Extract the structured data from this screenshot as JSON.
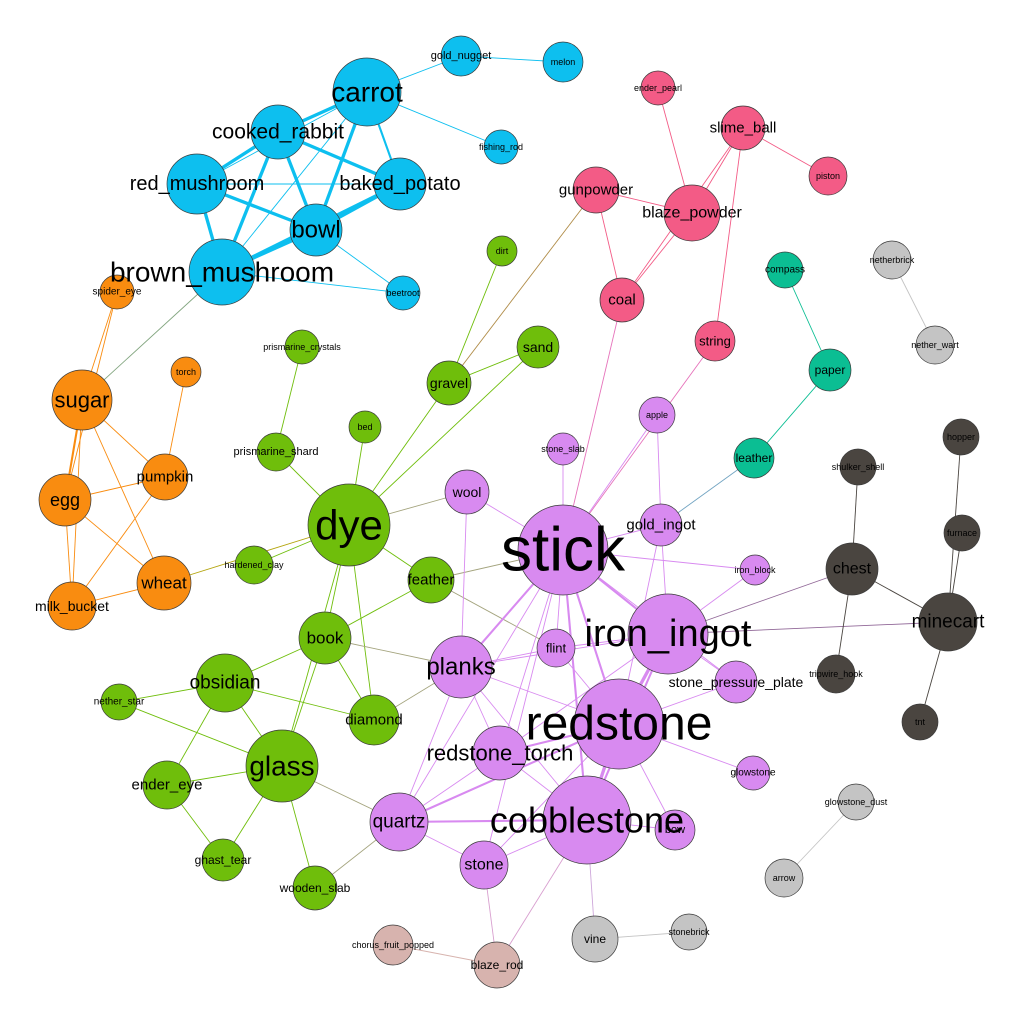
{
  "colors": {
    "blue": "#0dbfef",
    "pink": "#f35b86",
    "orange": "#f98c10",
    "green": "#6fbe0b",
    "violet": "#d88af0",
    "teal": "#0bbe93",
    "dark": "#4a4540",
    "grey": "#c4c4c4",
    "rose": "#d7b3ae"
  },
  "nodes": [
    {
      "id": "carrot",
      "label": "carrot",
      "group": "blue",
      "weight": 5
    },
    {
      "id": "gold_nugget",
      "label": "gold_nugget",
      "group": "blue",
      "weight": 1
    },
    {
      "id": "melon",
      "label": "melon",
      "group": "blue",
      "weight": 1
    },
    {
      "id": "cooked_rabbit",
      "label": "cooked_rabbit",
      "group": "blue",
      "weight": 4
    },
    {
      "id": "fishing_rod",
      "label": "fishing_rod",
      "group": "blue",
      "weight": 1
    },
    {
      "id": "red_mushroom",
      "label": "red_mushroom",
      "group": "blue",
      "weight": 4
    },
    {
      "id": "baked_potato",
      "label": "baked_potato",
      "group": "blue",
      "weight": 4
    },
    {
      "id": "bowl",
      "label": "bowl",
      "group": "blue",
      "weight": 4.5
    },
    {
      "id": "brown_mushroom",
      "label": "brown_mushroom",
      "group": "blue",
      "weight": 5
    },
    {
      "id": "beetroot",
      "label": "beetroot",
      "group": "blue",
      "weight": 1
    },
    {
      "id": "ender_pearl",
      "label": "ender_pearl",
      "group": "pink",
      "weight": 1
    },
    {
      "id": "slime_ball",
      "label": "slime_ball",
      "group": "pink",
      "weight": 2
    },
    {
      "id": "piston",
      "label": "piston",
      "group": "pink",
      "weight": 1
    },
    {
      "id": "gunpowder",
      "label": "gunpowder",
      "group": "pink",
      "weight": 2
    },
    {
      "id": "blaze_powder",
      "label": "blaze_powder",
      "group": "pink",
      "weight": 2.5
    },
    {
      "id": "coal",
      "label": "coal",
      "group": "pink",
      "weight": 2
    },
    {
      "id": "string",
      "label": "string",
      "group": "pink",
      "weight": 1.5
    },
    {
      "id": "spider_eye",
      "label": "spider_eye",
      "group": "orange",
      "weight": 1
    },
    {
      "id": "torch",
      "label": "torch",
      "group": "orange",
      "weight": 1
    },
    {
      "id": "sugar",
      "label": "sugar",
      "group": "orange",
      "weight": 4
    },
    {
      "id": "pumpkin",
      "label": "pumpkin",
      "group": "orange",
      "weight": 2
    },
    {
      "id": "egg",
      "label": "egg",
      "group": "orange",
      "weight": 3
    },
    {
      "id": "wheat",
      "label": "wheat",
      "group": "orange",
      "weight": 3
    },
    {
      "id": "milk_bucket",
      "label": "milk_bucket",
      "group": "orange",
      "weight": 2
    },
    {
      "id": "dirt",
      "label": "dirt",
      "group": "green",
      "weight": 1
    },
    {
      "id": "sand",
      "label": "sand",
      "group": "green",
      "weight": 2
    },
    {
      "id": "prismarine_crystals",
      "label": "prismarine_crystals",
      "group": "green",
      "weight": 1
    },
    {
      "id": "gravel",
      "label": "gravel",
      "group": "green",
      "weight": 2
    },
    {
      "id": "bed",
      "label": "bed",
      "group": "green",
      "weight": 1
    },
    {
      "id": "prismarine_shard",
      "label": "prismarine_shard",
      "group": "green",
      "weight": 1.5
    },
    {
      "id": "dye",
      "label": "dye",
      "group": "green",
      "weight": 6
    },
    {
      "id": "hardened_clay",
      "label": "hardened_clay",
      "group": "green",
      "weight": 1
    },
    {
      "id": "feather",
      "label": "feather",
      "group": "green",
      "weight": 2
    },
    {
      "id": "book",
      "label": "book",
      "group": "green",
      "weight": 2.5
    },
    {
      "id": "obsidian",
      "label": "obsidian",
      "group": "green",
      "weight": 3
    },
    {
      "id": "nether_star",
      "label": "nether_star",
      "group": "green",
      "weight": 1
    },
    {
      "id": "diamond",
      "label": "diamond",
      "group": "green",
      "weight": 2
    },
    {
      "id": "glass",
      "label": "glass",
      "group": "green",
      "weight": 4.5
    },
    {
      "id": "ender_eye",
      "label": "ender_eye",
      "group": "green",
      "weight": 2
    },
    {
      "id": "ghast_tear",
      "label": "ghast_tear",
      "group": "green",
      "weight": 1.5
    },
    {
      "id": "wooden_slab",
      "label": "wooden_slab",
      "group": "green",
      "weight": 1.5
    },
    {
      "id": "stone_slab",
      "label": "stone_slab",
      "group": "violet",
      "weight": 1
    },
    {
      "id": "apple",
      "label": "apple",
      "group": "violet",
      "weight": 1
    },
    {
      "id": "wool",
      "label": "wool",
      "group": "violet",
      "weight": 2
    },
    {
      "id": "stick",
      "label": "stick",
      "group": "violet",
      "weight": 9
    },
    {
      "id": "gold_ingot",
      "label": "gold_ingot",
      "group": "violet",
      "weight": 2
    },
    {
      "id": "iron_block",
      "label": "iron_block",
      "group": "violet",
      "weight": 1
    },
    {
      "id": "flint",
      "label": "flint",
      "group": "violet",
      "weight": 2
    },
    {
      "id": "iron_ingot",
      "label": "iron_ingot",
      "group": "violet",
      "weight": 6
    },
    {
      "id": "planks",
      "label": "planks",
      "group": "violet",
      "weight": 4
    },
    {
      "id": "stone_pressure_plate",
      "label": "stone_pressure_plate",
      "group": "violet",
      "weight": 2
    },
    {
      "id": "redstone",
      "label": "redstone",
      "group": "violet",
      "weight": 7
    },
    {
      "id": "redstone_torch",
      "label": "redstone_torch",
      "group": "violet",
      "weight": 3
    },
    {
      "id": "glowstone",
      "label": "glowstone",
      "group": "violet",
      "weight": 1
    },
    {
      "id": "quartz",
      "label": "quartz",
      "group": "violet",
      "weight": 3.5
    },
    {
      "id": "cobblestone",
      "label": "cobblestone",
      "group": "violet",
      "weight": 6
    },
    {
      "id": "bow",
      "label": "bow",
      "group": "violet",
      "weight": 1.5
    },
    {
      "id": "stone",
      "label": "stone",
      "group": "violet",
      "weight": 2.5
    },
    {
      "id": "compass",
      "label": "compass",
      "group": "teal",
      "weight": 1
    },
    {
      "id": "paper",
      "label": "paper",
      "group": "teal",
      "weight": 1.5
    },
    {
      "id": "leather",
      "label": "leather",
      "group": "teal",
      "weight": 1.5
    },
    {
      "id": "hopper",
      "label": "hopper",
      "group": "dark",
      "weight": 1
    },
    {
      "id": "shulker_shell",
      "label": "shulker_shell",
      "group": "dark",
      "weight": 1
    },
    {
      "id": "furnace",
      "label": "furnace",
      "group": "dark",
      "weight": 1
    },
    {
      "id": "chest",
      "label": "chest",
      "group": "dark",
      "weight": 3
    },
    {
      "id": "minecart",
      "label": "minecart",
      "group": "dark",
      "weight": 3
    },
    {
      "id": "tripwire_hook",
      "label": "tripwire_hook",
      "group": "dark",
      "weight": 1.5
    },
    {
      "id": "tnt",
      "label": "tnt",
      "group": "dark",
      "weight": 1
    },
    {
      "id": "netherbrick",
      "label": "netherbrick",
      "group": "grey",
      "weight": 1
    },
    {
      "id": "nether_wart",
      "label": "nether_wart",
      "group": "grey",
      "weight": 1
    },
    {
      "id": "glowstone_dust",
      "label": "glowstone_dust",
      "group": "grey",
      "weight": 1
    },
    {
      "id": "arrow",
      "label": "arrow",
      "group": "grey",
      "weight": 1
    },
    {
      "id": "vine",
      "label": "vine",
      "group": "grey",
      "weight": 1.5
    },
    {
      "id": "stonebrick",
      "label": "stonebrick",
      "group": "grey",
      "weight": 1
    },
    {
      "id": "chorus_fruit_popped",
      "label": "chorus_fruit_popped",
      "group": "rose",
      "weight": 1
    },
    {
      "id": "blaze_rod",
      "label": "blaze_rod",
      "group": "rose",
      "weight": 1.5
    }
  ],
  "edges": [
    [
      "carrot",
      "cooked_rabbit",
      3
    ],
    [
      "carrot",
      "bowl",
      3
    ],
    [
      "carrot",
      "baked_potato",
      2
    ],
    [
      "carrot",
      "red_mushroom",
      1
    ],
    [
      "carrot",
      "brown_mushroom",
      1
    ],
    [
      "carrot",
      "fishing_rod",
      1
    ],
    [
      "carrot",
      "gold_nugget",
      1
    ],
    [
      "gold_nugget",
      "melon",
      1
    ],
    [
      "cooked_rabbit",
      "red_mushroom",
      3
    ],
    [
      "cooked_rabbit",
      "baked_potato",
      3
    ],
    [
      "cooked_rabbit",
      "bowl",
      3
    ],
    [
      "cooked_rabbit",
      "brown_mushroom",
      3
    ],
    [
      "red_mushroom",
      "bowl",
      3
    ],
    [
      "red_mushroom",
      "brown_mushroom",
      3
    ],
    [
      "red_mushroom",
      "baked_potato",
      1
    ],
    [
      "baked_potato",
      "bowl",
      3
    ],
    [
      "baked_potato",
      "brown_mushroom",
      3
    ],
    [
      "bowl",
      "brown_mushroom",
      3
    ],
    [
      "bowl",
      "beetroot",
      1
    ],
    [
      "brown_mushroom",
      "beetroot",
      1
    ],
    [
      "brown_mushroom",
      "sugar",
      1
    ],
    [
      "ender_pearl",
      "blaze_powder",
      1
    ],
    [
      "slime_ball",
      "blaze_powder",
      1
    ],
    [
      "slime_ball",
      "piston",
      1
    ],
    [
      "slime_ball",
      "coal",
      1
    ],
    [
      "slime_ball",
      "string",
      1
    ],
    [
      "gunpowder",
      "blaze_powder",
      1
    ],
    [
      "gunpowder",
      "coal",
      1
    ],
    [
      "blaze_powder",
      "coal",
      1
    ],
    [
      "gunpowder",
      "gravel",
      1
    ],
    [
      "string",
      "stick",
      1
    ],
    [
      "coal",
      "stick",
      1
    ],
    [
      "spider_eye",
      "sugar",
      1
    ],
    [
      "spider_eye",
      "egg",
      1
    ],
    [
      "torch",
      "pumpkin",
      1
    ],
    [
      "sugar",
      "pumpkin",
      1
    ],
    [
      "sugar",
      "egg",
      2
    ],
    [
      "sugar",
      "wheat",
      1
    ],
    [
      "sugar",
      "milk_bucket",
      1
    ],
    [
      "pumpkin",
      "egg",
      1
    ],
    [
      "pumpkin",
      "milk_bucket",
      1
    ],
    [
      "egg",
      "wheat",
      1
    ],
    [
      "egg",
      "milk_bucket",
      1
    ],
    [
      "wheat",
      "milk_bucket",
      1
    ],
    [
      "wheat",
      "dye",
      1
    ],
    [
      "dirt",
      "gravel",
      1
    ],
    [
      "sand",
      "gravel",
      1
    ],
    [
      "sand",
      "dye",
      1
    ],
    [
      "gravel",
      "dye",
      1
    ],
    [
      "prismarine_crystals",
      "prismarine_shard",
      1
    ],
    [
      "prismarine_shard",
      "dye",
      1
    ],
    [
      "bed",
      "dye",
      1
    ],
    [
      "dye",
      "hardened_clay",
      1
    ],
    [
      "dye",
      "feather",
      1
    ],
    [
      "dye",
      "book",
      1
    ],
    [
      "dye",
      "glass",
      1
    ],
    [
      "dye",
      "wool",
      1
    ],
    [
      "dye",
      "diamond",
      1
    ],
    [
      "feather",
      "book",
      1
    ],
    [
      "feather",
      "stick",
      1
    ],
    [
      "feather",
      "flint",
      1
    ],
    [
      "book",
      "obsidian",
      1
    ],
    [
      "book",
      "diamond",
      1
    ],
    [
      "book",
      "glass",
      1
    ],
    [
      "book",
      "planks",
      1
    ],
    [
      "obsidian",
      "nether_star",
      1
    ],
    [
      "obsidian",
      "diamond",
      1
    ],
    [
      "obsidian",
      "glass",
      1
    ],
    [
      "obsidian",
      "ender_eye",
      1
    ],
    [
      "nether_star",
      "glass",
      1
    ],
    [
      "glass",
      "ender_eye",
      1
    ],
    [
      "glass",
      "ghast_tear",
      1
    ],
    [
      "glass",
      "wooden_slab",
      1
    ],
    [
      "glass",
      "quartz",
      1
    ],
    [
      "ender_eye",
      "ghast_tear",
      1
    ],
    [
      "diamond",
      "planks",
      1
    ],
    [
      "wooden_slab",
      "quartz",
      1
    ],
    [
      "stone_slab",
      "stick",
      1
    ],
    [
      "apple",
      "stick",
      1
    ],
    [
      "apple",
      "gold_ingot",
      1
    ],
    [
      "wool",
      "stick",
      1
    ],
    [
      "wool",
      "planks",
      1
    ],
    [
      "stick",
      "gold_ingot",
      1
    ],
    [
      "stick",
      "iron_ingot",
      2
    ],
    [
      "stick",
      "redstone",
      2
    ],
    [
      "stick",
      "planks",
      2
    ],
    [
      "stick",
      "cobblestone",
      2
    ],
    [
      "stick",
      "flint",
      1
    ],
    [
      "stick",
      "iron_block",
      1
    ],
    [
      "stick",
      "stone_pressure_plate",
      1
    ],
    [
      "stick",
      "redstone_torch",
      1
    ],
    [
      "stick",
      "quartz",
      1
    ],
    [
      "stick",
      "stone",
      1
    ],
    [
      "gold_ingot",
      "redstone",
      1
    ],
    [
      "gold_ingot",
      "iron_ingot",
      1
    ],
    [
      "gold_ingot",
      "leather",
      1
    ],
    [
      "iron_block",
      "iron_ingot",
      1
    ],
    [
      "iron_ingot",
      "redstone",
      3
    ],
    [
      "iron_ingot",
      "planks",
      1
    ],
    [
      "iron_ingot",
      "cobblestone",
      2
    ],
    [
      "iron_ingot",
      "stone_pressure_plate",
      1
    ],
    [
      "iron_ingot",
      "flint",
      1
    ],
    [
      "iron_ingot",
      "chest",
      1
    ],
    [
      "iron_ingot",
      "minecart",
      1
    ],
    [
      "iron_ingot",
      "redstone_torch",
      1
    ],
    [
      "planks",
      "redstone",
      1
    ],
    [
      "planks",
      "cobblestone",
      1
    ],
    [
      "planks",
      "redstone_torch",
      1
    ],
    [
      "planks",
      "quartz",
      1
    ],
    [
      "planks",
      "flint",
      1
    ],
    [
      "redstone",
      "cobblestone",
      3
    ],
    [
      "redstone",
      "redstone_torch",
      2
    ],
    [
      "redstone",
      "quartz",
      2
    ],
    [
      "redstone",
      "glowstone",
      1
    ],
    [
      "redstone",
      "stone",
      1
    ],
    [
      "redstone",
      "bow",
      1
    ],
    [
      "redstone",
      "stone_pressure_plate",
      1
    ],
    [
      "redstone",
      "flint",
      1
    ],
    [
      "redstone_torch",
      "cobblestone",
      1
    ],
    [
      "redstone_torch",
      "quartz",
      1
    ],
    [
      "quartz",
      "cobblestone",
      2
    ],
    [
      "quartz",
      "stone",
      1
    ],
    [
      "cobblestone",
      "stone",
      1
    ],
    [
      "cobblestone",
      "bow",
      1
    ],
    [
      "cobblestone",
      "blaze_rod",
      1
    ],
    [
      "cobblestone",
      "vine",
      1
    ],
    [
      "stone",
      "blaze_rod",
      1
    ],
    [
      "compass",
      "paper",
      1
    ],
    [
      "paper",
      "leather",
      1
    ],
    [
      "shulker_shell",
      "chest",
      1
    ],
    [
      "hopper",
      "minecart",
      1
    ],
    [
      "furnace",
      "minecart",
      1
    ],
    [
      "chest",
      "minecart",
      1
    ],
    [
      "chest",
      "tripwire_hook",
      1
    ],
    [
      "minecart",
      "tnt",
      1
    ],
    [
      "netherbrick",
      "nether_wart",
      1
    ],
    [
      "glowstone_dust",
      "arrow",
      1
    ],
    [
      "vine",
      "stonebrick",
      1
    ],
    [
      "chorus_fruit_popped",
      "blaze_rod",
      1
    ]
  ]
}
